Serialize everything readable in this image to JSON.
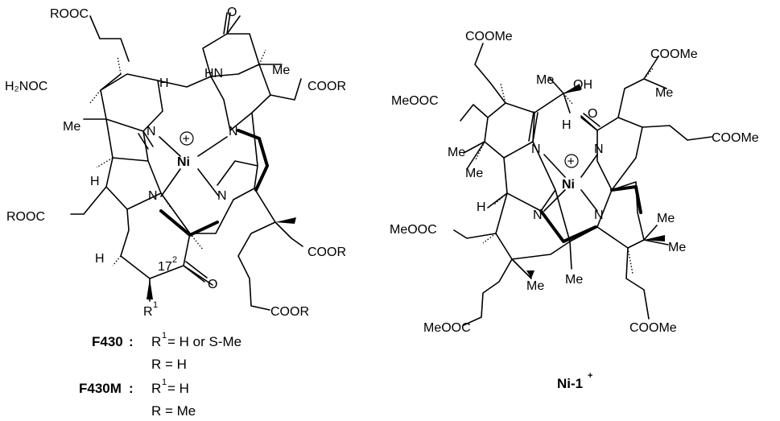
{
  "left": {
    "subst_rooc_top": "ROOC",
    "subst_o_top": "O",
    "subst_hn": "HN",
    "subst_me_tr": "Me",
    "subst_coor_r": "COOR",
    "subst_h2noc": "H₂NOC",
    "subst_h_top": "H",
    "subst_me_l": "Me",
    "atom_n1": "N",
    "atom_n2": "N",
    "atom_n3": "N",
    "atom_n4": "N",
    "atom_ni": "Ni",
    "charge": "+",
    "subst_h_l": "H",
    "subst_rooc_l": "ROOC",
    "subst_h_bl": "H",
    "subst_coor_br": "COOR",
    "pos_17": "17",
    "pos_17_sup": "2",
    "subst_o_b": "O",
    "subst_r1": "R",
    "subst_r1_sup": "1",
    "subst_coor_b": "COOR"
  },
  "right": {
    "subst_coome_top": "COOMe",
    "subst_oh": "OH",
    "subst_me_c": "Me",
    "subst_h_c": "H",
    "subst_coome_tr": "COOMe",
    "subst_me_tr": "Me",
    "subst_o": "O",
    "subst_meooc_l": "MeOOC",
    "subst_me_l1": "Me",
    "subst_me_l2": "Me",
    "subst_coome_r": "COOMe",
    "atom_n1": "N",
    "atom_n2": "N",
    "atom_n3": "N",
    "atom_n4": "N",
    "atom_ni": "Ni",
    "charge": "+",
    "subst_h_l": "H",
    "subst_meooc_ml": "MeOOC",
    "subst_me_r1": "Me",
    "subst_me_r2": "Me",
    "subst_me_b1": "Me",
    "subst_me_b2": "Me",
    "subst_meooc_bl": "MeOOC",
    "subst_coome_br": "COOMe"
  },
  "legend": {
    "f430_name": "F430",
    "f430_colon": ":",
    "f430_r1_label": "R",
    "f430_r1_sup": "1",
    "f430_r1_value": " = H or S-Me",
    "f430_r_line": "R = H",
    "f430m_name": "F430M",
    "f430m_colon": ":",
    "f430m_r1_label": "R",
    "f430m_r1_sup": "1",
    "f430m_r1_value": " = H",
    "f430m_r_line": "R = Me",
    "ni1_name": "Ni-1",
    "ni1_sup": "+"
  }
}
